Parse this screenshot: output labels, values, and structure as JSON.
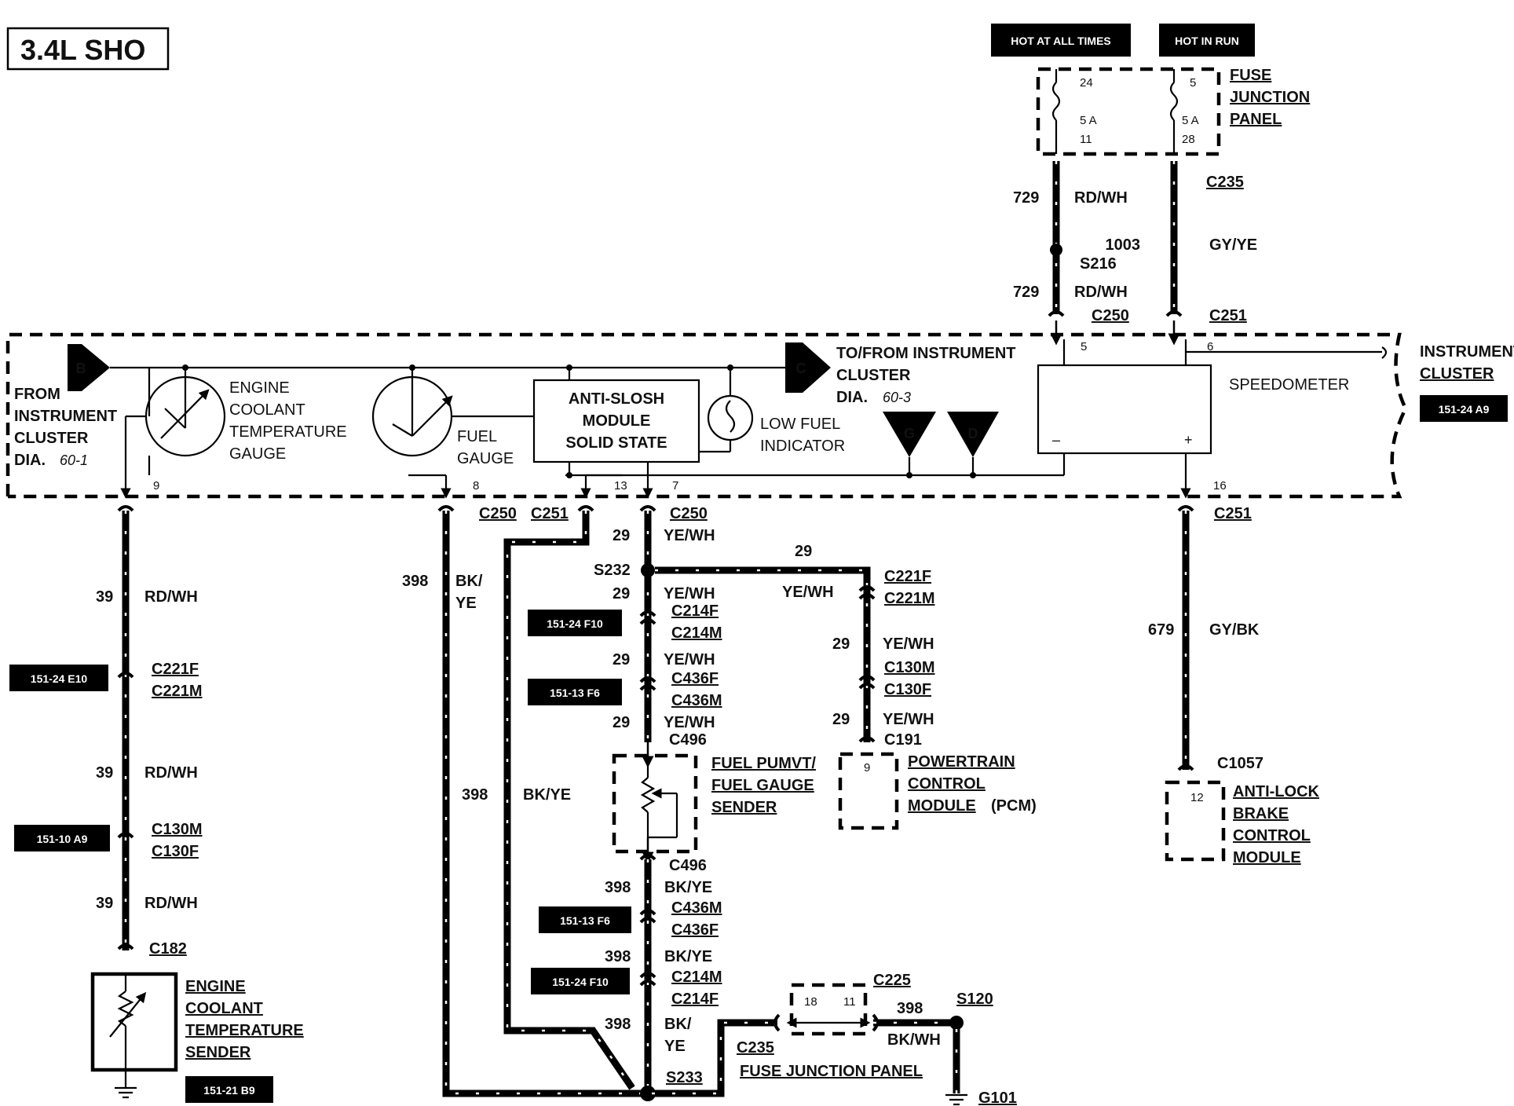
{
  "title": "3.4L SHO",
  "power": {
    "hot_at_all_times": "HOT AT ALL TIMES",
    "hot_in_run": "HOT IN RUN"
  },
  "fuse_panel": {
    "label": [
      "FUSE",
      "JUNCTION",
      "PANEL"
    ],
    "left_top": "24",
    "left_amp": "5 A",
    "left_bottom": "11",
    "right_top": "5",
    "right_amp": "5 A",
    "right_bottom": "28"
  },
  "cluster": {
    "from": [
      "FROM",
      "INSTRUMENT",
      "CLUSTER",
      "DIA."
    ],
    "from_ref": "60-1",
    "to": [
      "TO/FROM INSTRUMENT",
      "CLUSTER",
      "DIA."
    ],
    "to_ref": "60-3",
    "conn_b": "B",
    "conn_c": "C",
    "gnd_g": "G",
    "gnd_d": "D",
    "ect_gauge": [
      "ENGINE",
      "COOLANT",
      "TEMPERATURE",
      "GAUGE"
    ],
    "fuel_gauge": [
      "FUEL",
      "GAUGE"
    ],
    "antislosh": [
      "ANTI-SLOSH",
      "MODULE",
      "SOLID STATE"
    ],
    "low_fuel": [
      "LOW FUEL",
      "INDICATOR"
    ],
    "speedometer": "SPEEDOMETER",
    "speedo_minus": "–",
    "speedo_plus": "+",
    "label": [
      "INSTRUMENT",
      "CLUSTER"
    ],
    "ref": "151-24 A9",
    "pins": {
      "p9": "9",
      "p8": "8",
      "p13": "13",
      "p7": "7",
      "p5": "5",
      "p6": "6",
      "p16": "16"
    }
  },
  "top_wires": {
    "w729_num": "729",
    "w729_color": "RD/WH",
    "s216": "S216",
    "w729b_num": "729",
    "w729b_color": "RD/WH",
    "c250": "C250",
    "c235": "C235",
    "w1003_num": "1003",
    "w1003_color": "GY/YE",
    "c251": "C251"
  },
  "ect_circuit": {
    "c250": "C250",
    "w1_num": "39",
    "w1_color": "RD/WH",
    "c221f": "C221F",
    "c221m": "C221M",
    "ref1": "151-24 E10",
    "w2_num": "39",
    "w2_color": "RD/WH",
    "c130m": "C130M",
    "c130f": "C130F",
    "ref2": "151-10 A9",
    "w3_num": "39",
    "w3_color": "RD/WH",
    "c182": "C182",
    "sender": [
      "ENGINE",
      "COOLANT",
      "TEMPERATURE",
      "SENDER"
    ],
    "sender_ref": "151-21 B9"
  },
  "fuel_circuit": {
    "w398_num": "398",
    "w398_color_a": "BK/",
    "w398_color_b": "YE",
    "c251": "C251",
    "w398b_num": "398",
    "w398b_color": "BK/YE",
    "c250": "C250",
    "w29_top_num": "29",
    "w29_top_color": "YE/WH",
    "s232": "S232",
    "w29a_num": "29",
    "w29a_color": "YE/WH",
    "c214f": "C214F",
    "c214m": "C214M",
    "ref_f10": "151-24 F10",
    "w29b_num": "29",
    "w29b_color": "YE/WH",
    "c436f": "C436F",
    "c436m": "C436M",
    "ref_f6": "151-13 F6",
    "w29c_num": "29",
    "w29c_color": "YE/WH",
    "c496_top": "C496",
    "sender": [
      "FUEL PUMVT/",
      "FUEL GAUGE",
      "SENDER"
    ],
    "c496_bot": "C496",
    "w398c_num": "398",
    "w398c_color": "BK/YE",
    "c436m_b": "C436M",
    "c436f_b": "C436F",
    "ref_f6_b": "151-13 F6",
    "w398d_num": "398",
    "w398d_color": "BK/YE",
    "c214m_b": "C214M",
    "c214f_b": "C214F",
    "ref_f10_b": "151-24 F10",
    "w398e_num": "398",
    "w398e_color_a": "BK/",
    "w398e_color_b": "YE",
    "s233": "S233",
    "c235": "C235",
    "fjp": "FUSE JUNCTION PANEL",
    "c225": "C225",
    "c225_p1": "18",
    "c225_p2": "11",
    "w398f_num": "398",
    "w398f_color": "BK/WH",
    "s120": "S120",
    "g101": "G101"
  },
  "pcm_circuit": {
    "w29_num": "29",
    "w29_color": "YE/WH",
    "c221f": "C221F",
    "c221m": "C221M",
    "w29b_num": "29",
    "w29b_color": "YE/WH",
    "c130m": "C130M",
    "c130f": "C130F",
    "w29c_num": "29",
    "w29c_color": "YE/WH",
    "c191": "C191",
    "pin": "9",
    "pcm": [
      "POWERTRAIN",
      "CONTROL",
      "MODULE"
    ],
    "pcm_abbr": "(PCM)"
  },
  "abs_circuit": {
    "c251": "C251",
    "w679_num": "679",
    "w679_color": "GY/BK",
    "c1057": "C1057",
    "pin": "12",
    "abs": [
      "ANTI-LOCK",
      "BRAKE",
      "CONTROL",
      "MODULE"
    ]
  }
}
